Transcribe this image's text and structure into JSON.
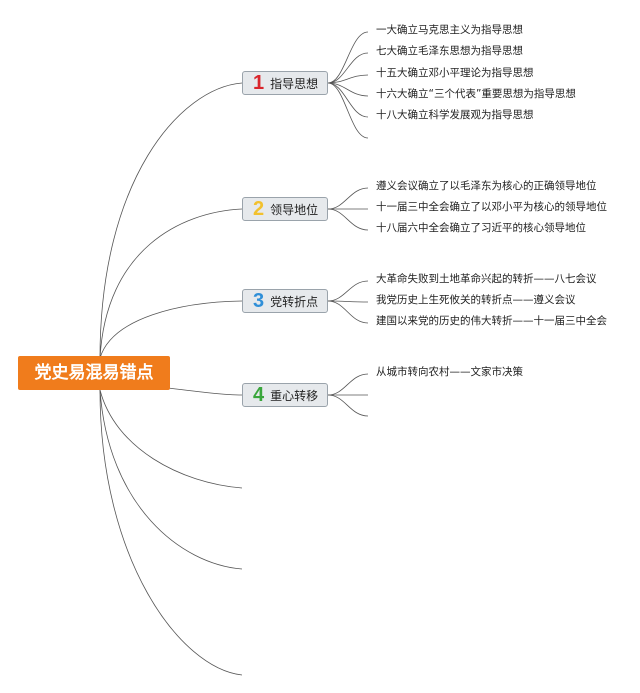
{
  "root": {
    "title": "党史易混易错点"
  },
  "branches": [
    {
      "num": "1",
      "color": "#d9262c",
      "label": "指导思想",
      "items": [
        "一大确立马克思主义为指导思想",
        "七大确立毛泽东思想为指导思想",
        "十五大确立邓小平理论为指导思想",
        "十六大确立“三个代表”重要思想为指导思想",
        "十八大确立科学发展观为指导思想"
      ]
    },
    {
      "num": "2",
      "color": "#f2c12e",
      "label": "领导地位",
      "items": [
        "遵义会议确立了以毛泽东为核心的正确领导地位",
        "十一届三中全会确立了以邓小平为核心的领导地位",
        "十八届六中全会确立了习近平的核心领导地位"
      ]
    },
    {
      "num": "3",
      "color": "#2f8fd8",
      "label": "党转折点",
      "items": [
        "大革命失败到土地革命兴起的转折——八七会议",
        "我党历史上生死攸关的转折点——遵义会议",
        "建国以来党的历史的伟大转折——十一届三中全会"
      ]
    },
    {
      "num": "4",
      "color": "#3aa63c",
      "label": "重心转移",
      "items": [
        "从城市转向农村——文家市决策"
      ]
    }
  ]
}
